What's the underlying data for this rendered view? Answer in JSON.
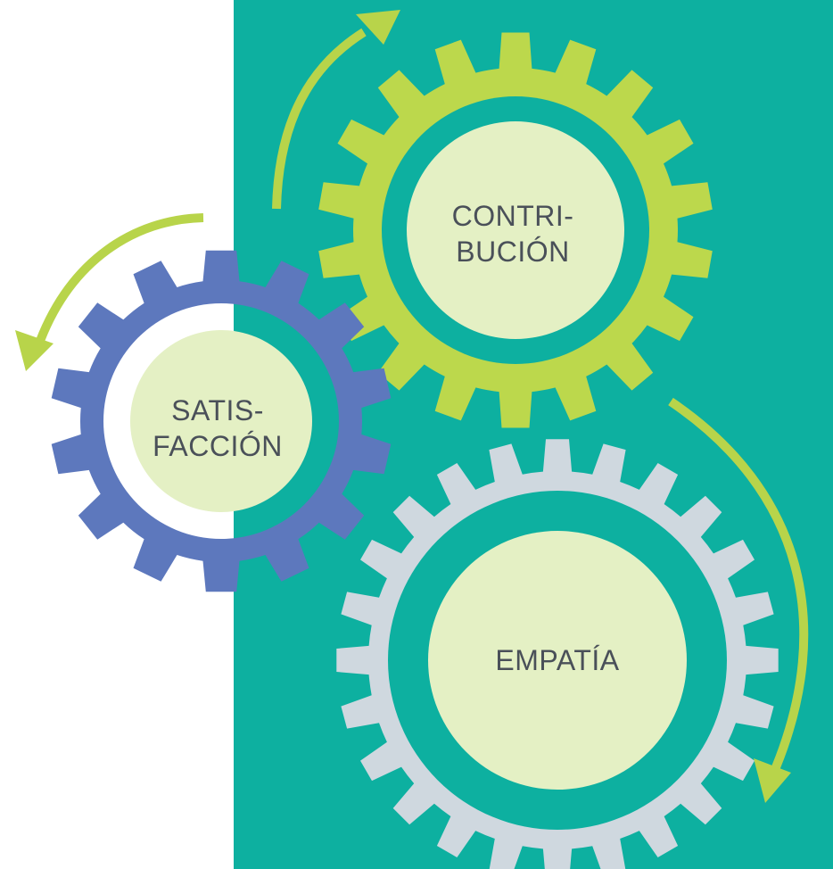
{
  "colors": {
    "background": "#ffffff",
    "panel": "#0db0a0",
    "arrow": "#b8d44a",
    "gear_contribucion": "#bcd84c",
    "gear_satisfaccion": "#5d78bd",
    "gear_empatia": "#cfd8df",
    "gear_center": "#e4f0c4",
    "label_text": "#4a5059"
  },
  "gears": {
    "contribucion": {
      "line1": "CONTRI-",
      "line2": "BUCIÓN",
      "icon": "gear-icon"
    },
    "satisfaccion": {
      "line1": "SATIS-",
      "line2": "FACCIÓN",
      "icon": "gear-icon"
    },
    "empatia": {
      "label": "EMPATÍA",
      "icon": "gear-icon"
    }
  },
  "arrows": [
    "arrow-icon",
    "arrow-icon",
    "arrow-icon"
  ]
}
